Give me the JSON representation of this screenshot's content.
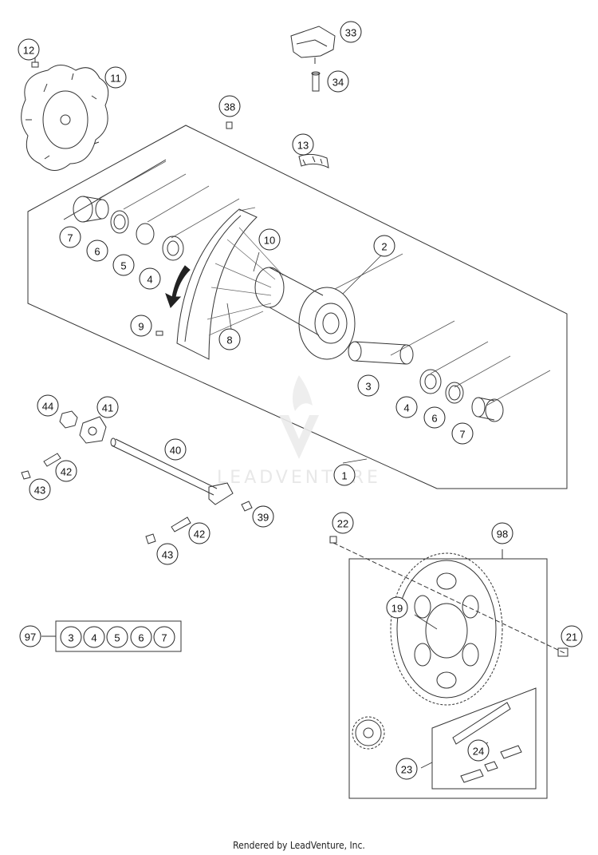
{
  "footer": {
    "credit": "Rendered by LeadVenture, Inc."
  },
  "watermark": {
    "text": "LEADVENTURE"
  },
  "callouts": [
    {
      "key": "c12",
      "label": "12"
    },
    {
      "key": "c11",
      "label": "11"
    },
    {
      "key": "c33",
      "label": "33"
    },
    {
      "key": "c34",
      "label": "34"
    },
    {
      "key": "c38",
      "label": "38"
    },
    {
      "key": "c13",
      "label": "13"
    },
    {
      "key": "c7a",
      "label": "7"
    },
    {
      "key": "c6a",
      "label": "6"
    },
    {
      "key": "c5a",
      "label": "5"
    },
    {
      "key": "c4a",
      "label": "4"
    },
    {
      "key": "c10",
      "label": "10"
    },
    {
      "key": "c2",
      "label": "2"
    },
    {
      "key": "c9",
      "label": "9"
    },
    {
      "key": "c8",
      "label": "8"
    },
    {
      "key": "c3",
      "label": "3"
    },
    {
      "key": "c4b",
      "label": "4"
    },
    {
      "key": "c6b",
      "label": "6"
    },
    {
      "key": "c7b",
      "label": "7"
    },
    {
      "key": "c44",
      "label": "44"
    },
    {
      "key": "c41",
      "label": "41"
    },
    {
      "key": "c40",
      "label": "40"
    },
    {
      "key": "c42a",
      "label": "42"
    },
    {
      "key": "c43a",
      "label": "43"
    },
    {
      "key": "c1",
      "label": "1"
    },
    {
      "key": "c39",
      "label": "39"
    },
    {
      "key": "c42b",
      "label": "42"
    },
    {
      "key": "c43b",
      "label": "43"
    },
    {
      "key": "c22",
      "label": "22"
    },
    {
      "key": "c98",
      "label": "98"
    },
    {
      "key": "c19",
      "label": "19"
    },
    {
      "key": "c21",
      "label": "21"
    },
    {
      "key": "c97",
      "label": "97"
    },
    {
      "key": "k3",
      "label": "3"
    },
    {
      "key": "k4",
      "label": "4"
    },
    {
      "key": "k5",
      "label": "5"
    },
    {
      "key": "k6",
      "label": "6"
    },
    {
      "key": "k7",
      "label": "7"
    },
    {
      "key": "c24",
      "label": "24"
    },
    {
      "key": "c23",
      "label": "23"
    }
  ]
}
